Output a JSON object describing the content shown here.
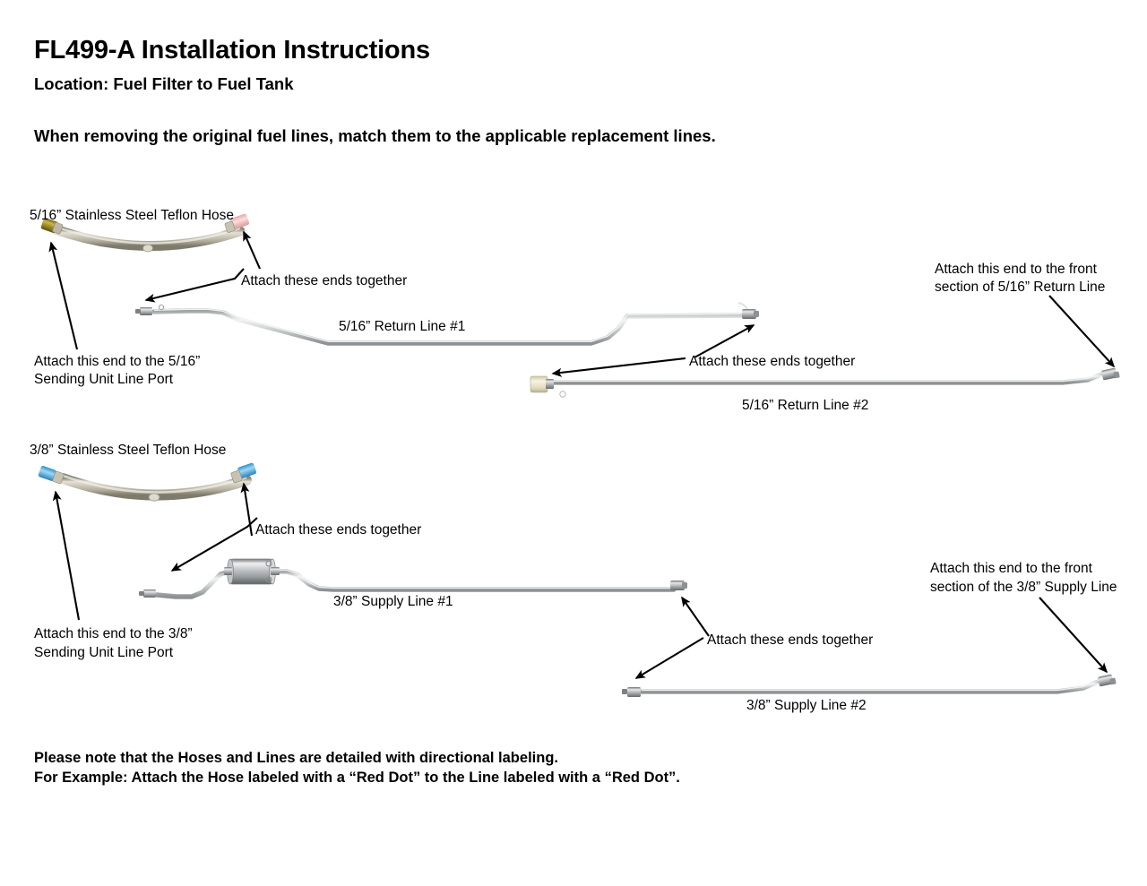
{
  "document": {
    "title": "FL499-A Installation Instructions",
    "location": "Location: Fuel Filter to Fuel Tank",
    "instruction": "When removing the original fuel lines, match them to the applicable replacement lines."
  },
  "sections": {
    "return_516": {
      "hose_label": "5/16” Stainless Steel Teflon Hose",
      "line_1_label": "5/16” Return Line #1",
      "line_2_label": "5/16” Return Line #2",
      "callouts": {
        "attach_ends_hose_to_line1": "Attach these ends together",
        "sending_unit_line_1": "Attach this end to the 5/16”",
        "sending_unit_line_2": "Sending Unit Line Port",
        "attach_ends_line1_to_line2": "Attach these ends together",
        "front_section_line_1": "Attach this end to the front",
        "front_section_line_2": "section of 5/16” Return Line"
      },
      "hose_end_colors": {
        "left_fitting": "#9a8a24",
        "right_fitting": "#f0c3c3"
      }
    },
    "supply_38": {
      "hose_label": "3/8” Stainless Steel Teflon Hose",
      "line_1_label": "3/8” Supply Line #1",
      "line_2_label": "3/8” Supply Line #2",
      "callouts": {
        "attach_ends_hose_to_line1": "Attach these ends together",
        "sending_unit_line_1": "Attach this end to the 3/8”",
        "sending_unit_line_2": "Sending Unit Line Port",
        "attach_ends_line1_to_line2": "Attach these ends together",
        "front_section_line_1": "Attach this end to the front",
        "front_section_line_2": "section of the 3/8” Supply Line"
      },
      "hose_end_colors": {
        "left_fitting": "#4fb3e8",
        "right_fitting": "#4fb3e8"
      }
    }
  },
  "footer": {
    "note_line_1": "Please note that the Hoses and Lines are detailed with directional labeling.",
    "note_line_2": "For Example: Attach the Hose labeled with a “Red Dot” to the Line labeled with a “Red Dot”."
  },
  "colors": {
    "text": "#000000",
    "background": "#ffffff",
    "steel_line": "#b9bcbd",
    "steel_line_highlight": "#e8eaea",
    "braid": "#c9c5b8",
    "brass_fitting": "#8c7d1f",
    "arrow": "#000000"
  }
}
